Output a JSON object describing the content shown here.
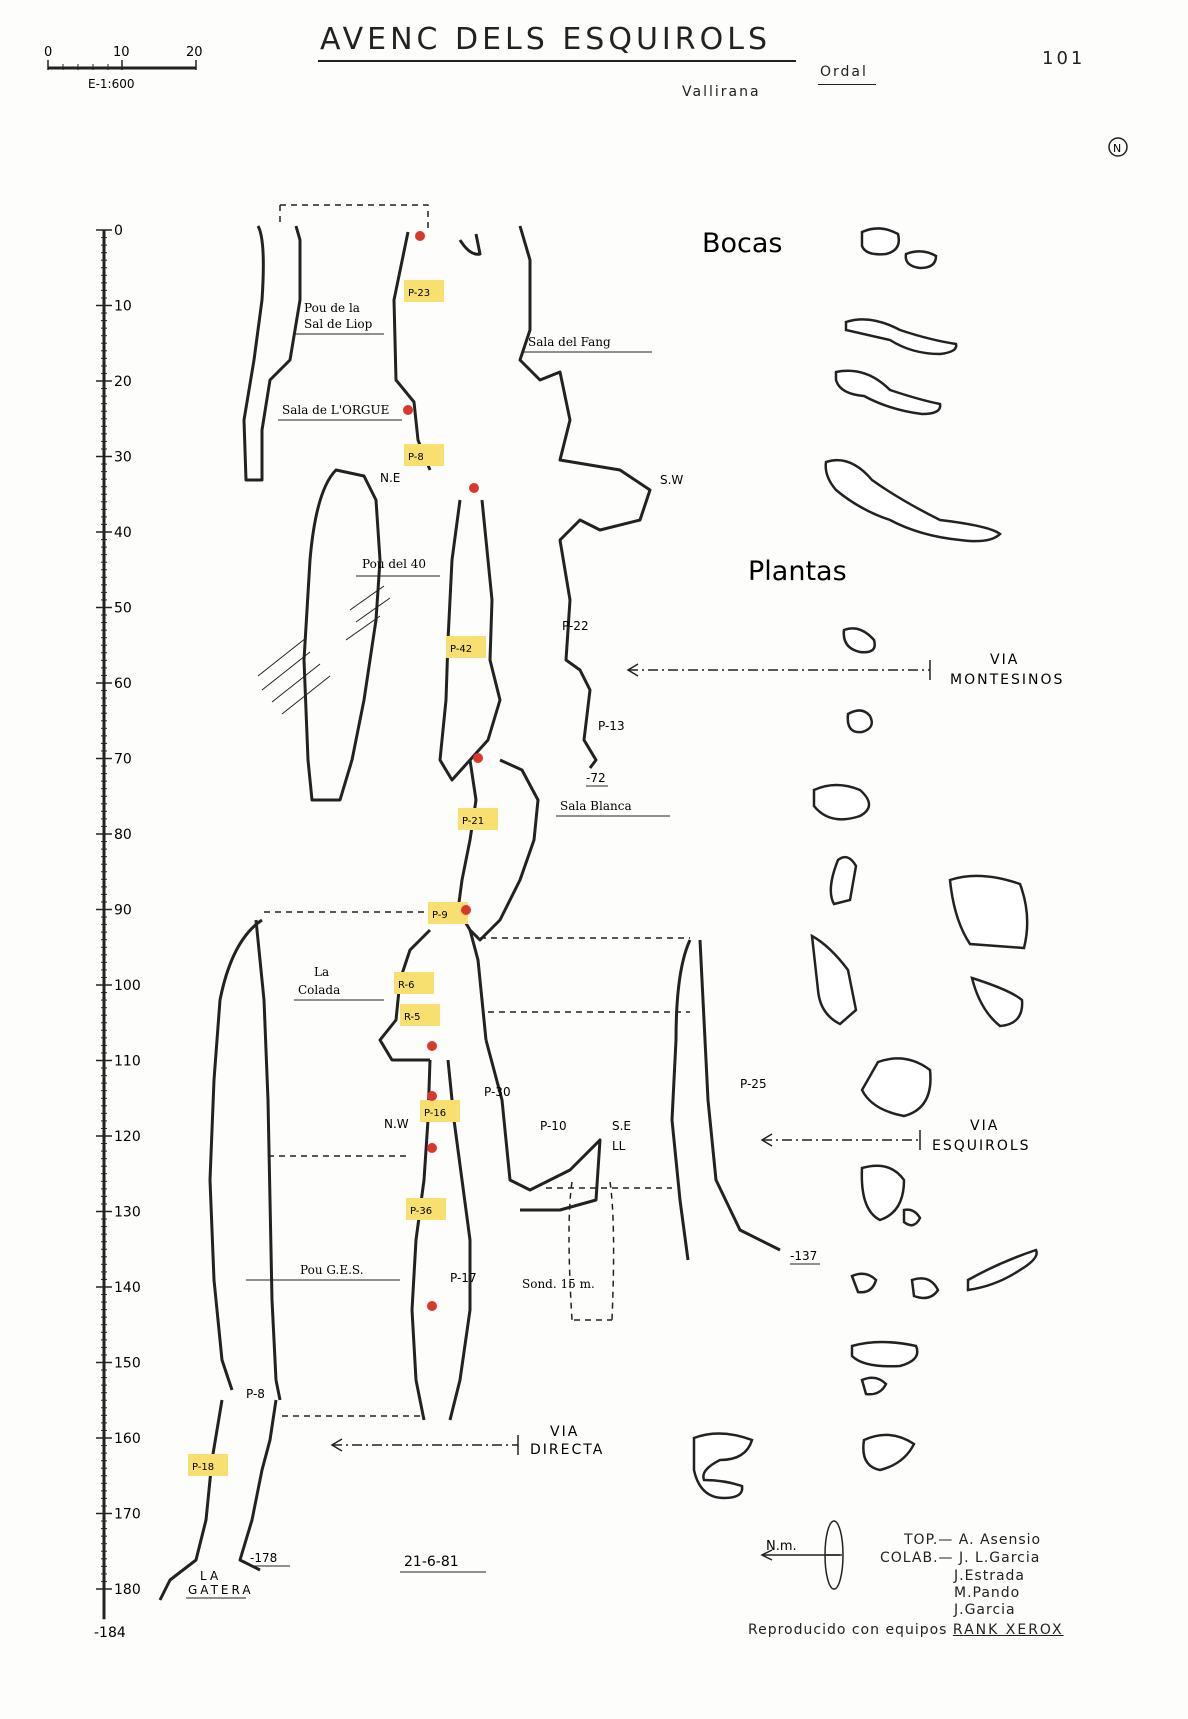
{
  "header": {
    "title": "AVENC DELS ESQUIROLS",
    "page_number": "101",
    "location_upper": "Ordal",
    "location_lower": "Vallirana"
  },
  "scale_bar": {
    "ticks": [
      "0",
      "10",
      "20"
    ],
    "label": "E-1:600"
  },
  "north_symbol": "N",
  "depth_scale": {
    "ticks": [
      "0",
      "10",
      "20",
      "30",
      "40",
      "50",
      "60",
      "70",
      "80",
      "90",
      "100",
      "110",
      "120",
      "130",
      "140",
      "150",
      "160",
      "170",
      "180"
    ],
    "bottom_label": "-184"
  },
  "section_titles": {
    "bocas": "Bocas",
    "plantas": "Plantas"
  },
  "routes": {
    "montesinos": [
      "VIA",
      "MONTESINOS"
    ],
    "esquirols": [
      "VIA",
      "ESQUIROLS"
    ],
    "directa": [
      "VIA",
      "DIRECTA"
    ]
  },
  "named_areas": {
    "pou_sal": [
      "Pou de la",
      "Sal de Liop"
    ],
    "sala_fang": "Sala del Fang",
    "sala_orgue": "Sala de L'ORGUE",
    "pou_40": "Pou del 40",
    "sala_blanca": "Sala Blanca",
    "la_colada": [
      "La",
      "Colada"
    ],
    "pou_ges": "Pou G.E.S.",
    "la_gatera": [
      "LA",
      "GATERA"
    ],
    "sondeo": "Sond. 15 m."
  },
  "pitch_labels": [
    "P-23",
    "P-8",
    "P-42",
    "P-21",
    "P-9",
    "R-6",
    "R-5",
    "P-16",
    "P-36",
    "P-18"
  ],
  "small_labels": {
    "p22": "P-22",
    "p13": "P-13",
    "p30": "P-30",
    "p10": "P-10",
    "p25": "P-25",
    "p17": "P-17",
    "p8b": "P-8",
    "d72": "-72",
    "d137": "-137",
    "d178": "-178"
  },
  "orientation": [
    "N.E",
    "S.W",
    "N.W",
    "S.E",
    "LL"
  ],
  "date": "21-6-81",
  "north_arrow_label": "N.m.",
  "credits": {
    "top": "TOP.— A. Asensio",
    "colab": "COLAB.— J. L.Garcia",
    "names": [
      "J.Estrada",
      "M.Pando",
      "J.Garcia"
    ],
    "reproduced_prefix": "Reproducido con equipos",
    "reproduced_brand": "RANK XEROX"
  },
  "colors": {
    "highlight": "#f7e070",
    "marker": "#d9382c",
    "ink": "#222222"
  }
}
